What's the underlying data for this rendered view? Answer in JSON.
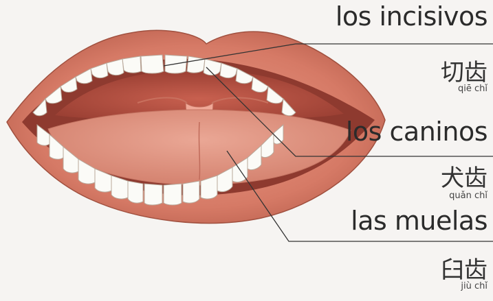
{
  "labels": {
    "incisors": {
      "es": "los incisivos",
      "zh": "切齿",
      "pinyin": "qiē chǐ"
    },
    "canines": {
      "es": "los caninos",
      "zh": "犬齿",
      "pinyin": "quǎn chǐ"
    },
    "molars": {
      "es": "las muelas",
      "zh": "臼齿",
      "pinyin": "jiù chǐ"
    }
  },
  "colors": {
    "lip": "#d9806d",
    "lip_dark": "#b85d4c",
    "mouth_interior": "#a84a3d",
    "tongue": "#e39a88",
    "tooth": "#fbfbf7",
    "leader_line": "#333333"
  }
}
